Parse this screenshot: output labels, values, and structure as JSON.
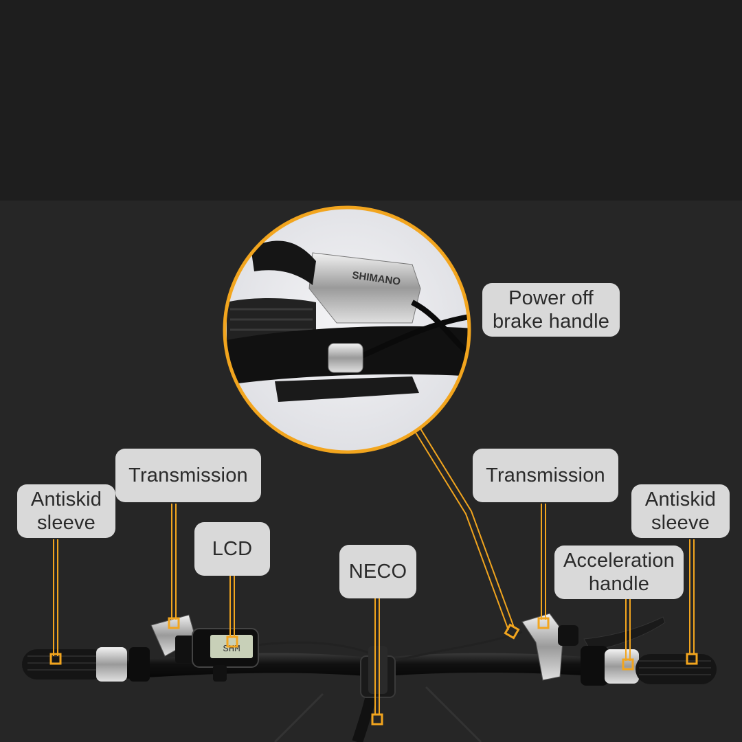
{
  "callouts": {
    "antiskid_left": "Antiskid\nsleeve",
    "transmission_left": "Transmission",
    "lcd": "LCD",
    "neco": "NECO",
    "transmission_right": "Transmission",
    "antiskid_right": "Antiskid\nsleeve",
    "acceleration": "Acceleration\nhandle",
    "power_off_brake": "Power off\nbrake handle"
  },
  "lens": {
    "brand_text": "SHIMANO"
  },
  "lcd_display": {
    "text": "SHM"
  },
  "colors": {
    "background": "#1e1e1e",
    "scene_panel": "#262626",
    "accent": "#f2a51e",
    "label_bg": "#d9d9d9",
    "label_text": "#2a2a2a"
  }
}
